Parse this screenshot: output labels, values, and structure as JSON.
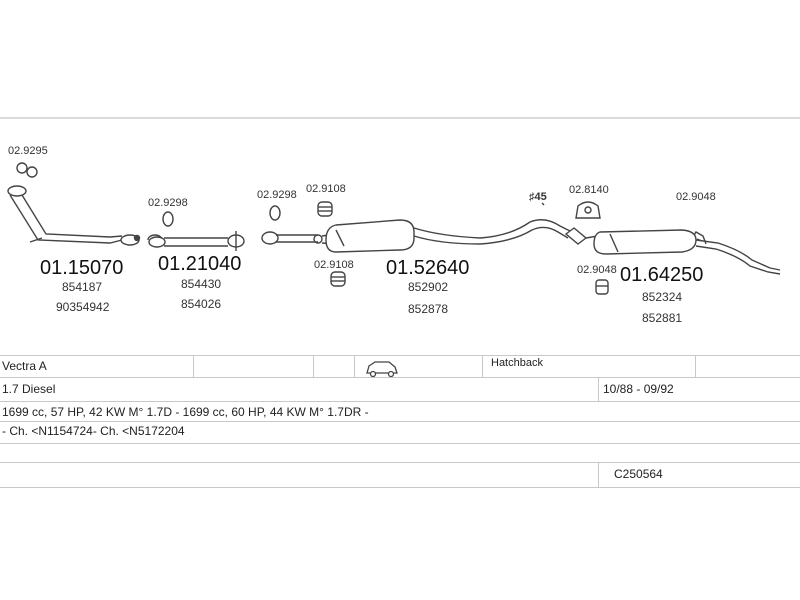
{
  "parts": {
    "clamp_2_9295": "02.9295",
    "pipe_1": "01.15070",
    "pipe_1_ref_a": "854187",
    "pipe_1_ref_b": "90354942",
    "clamp_2_9298_a": "02.9298",
    "pipe_2": "01.21040",
    "pipe_2_ref_a": "854430",
    "pipe_2_ref_b": "854026",
    "clamp_2_9298_b": "02.9298",
    "hanger_2_9108_a": "02.9108",
    "hanger_2_9108_b": "02.9108",
    "muffler_mid": "01.52640",
    "muffler_mid_ref_a": "852902",
    "muffler_mid_ref_b": "852878",
    "angle_label": "♯45",
    "hanger_2_8140": "02.8140",
    "hanger_2_9048_a": "02.9048",
    "hanger_2_9048_b": "02.9048",
    "muffler_rear": "01.64250",
    "muffler_rear_ref_a": "852324",
    "muffler_rear_ref_b": "852881"
  },
  "vehicle": {
    "model": "Vectra A",
    "body": "Hatchback",
    "engine": "1.7 Diesel",
    "years": "10/88 - 09/92",
    "spec_line1": "1699 cc, 57 HP, 42 KW M° 1.7D - 1699 cc, 60 HP, 44 KW M° 1.7DR -",
    "spec_line2": "- Ch. <N1154724- Ch. <N5172204",
    "code": "C250564"
  }
}
